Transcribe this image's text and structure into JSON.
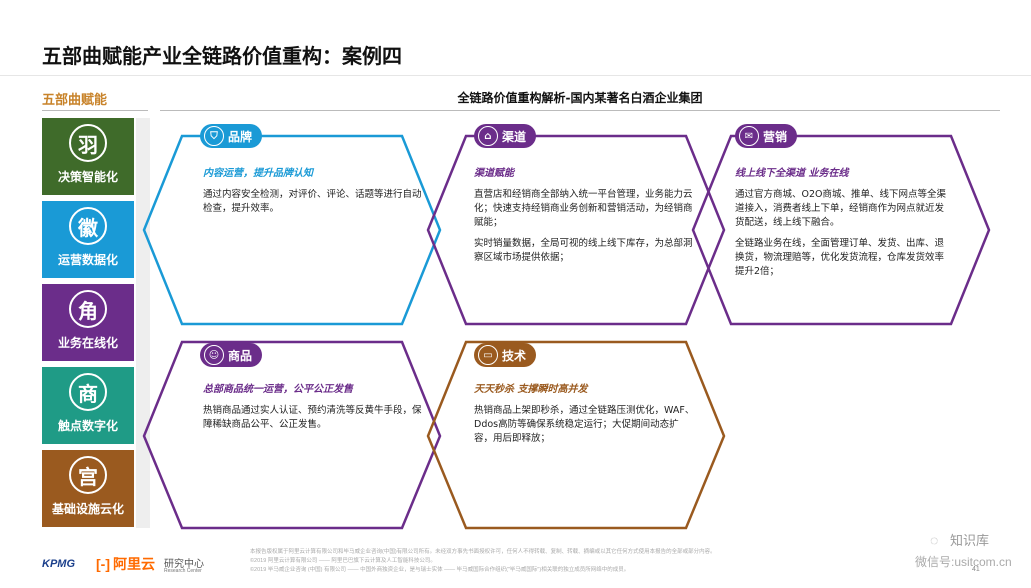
{
  "page": {
    "title": "五部曲赋能产业全链路价值重构：案例四",
    "sub_left": "五部曲赋能",
    "sub_right": "全链路价值重构解析-国内某著名白酒企业集团"
  },
  "capabilities": [
    {
      "char": "羽",
      "label": "决策智能化",
      "color": "#3f6b2a",
      "icon": "feather-char-icon"
    },
    {
      "char": "徽",
      "label": "运营数据化",
      "color": "#1a9ad6",
      "icon": "emblem-char-icon"
    },
    {
      "char": "角",
      "label": "业务在线化",
      "color": "#6b2d8a",
      "icon": "horn-char-icon"
    },
    {
      "char": "商",
      "label": "触点数字化",
      "color": "#1f9b86",
      "icon": "merchant-char-icon"
    },
    {
      "char": "宫",
      "label": "基础设施云化",
      "color": "#9a5a1f",
      "icon": "palace-char-icon"
    }
  ],
  "cards": {
    "brand": {
      "badge": "品牌",
      "color": "#1a9ad6",
      "icon": "shield-icon",
      "subtitle": "内容运营，提升品牌认知",
      "paragraphs": [
        "通过内容安全检测，对评价、评论、话题等进行自动检查，提升效率。"
      ]
    },
    "channel": {
      "badge": "渠道",
      "color": "#6b2d8a",
      "icon": "store-icon",
      "subtitle": "渠道赋能",
      "paragraphs": [
        "直营店和经销商全部纳入统一平台管理，业务能力云化；快速支持经销商业务创新和营销活动，为经销商赋能；",
        "实时销量数据，全局可视的线上线下库存，为总部洞察区域市场提供依据；"
      ]
    },
    "marketing": {
      "badge": "营销",
      "color": "#6b2d8a",
      "icon": "gift-icon",
      "subtitle": "线上线下全渠道 业务在线",
      "paragraphs": [
        "通过官方商城、O2O商城、推单、线下网点等全渠道接入，消费者线上下单，经销商作为网点就近发货配送，线上线下融合。",
        "全链路业务在线，全面管理订单、发货、出库、退换货，物流理赔等，优化发货流程，仓库发货效率提升2倍；"
      ]
    },
    "product": {
      "badge": "商品",
      "color": "#6b2d8a",
      "icon": "bag-icon",
      "subtitle": "总部商品统一运营，公平公正发售",
      "paragraphs": [
        "热销商品通过实人认证、预约清洗等反黄牛手段，保障稀缺商品公平、公正发售。"
      ]
    },
    "tech": {
      "badge": "技术",
      "color": "#9a5a1f",
      "icon": "monitor-icon",
      "subtitle": "天天秒杀 支撑瞬时高并发",
      "paragraphs": [
        "热销商品上架即秒杀，通过全链路压测优化，WAF、Ddos高防等确保系统稳定运行；大促期间动态扩容，用后即释放；"
      ]
    }
  },
  "footer": {
    "lines": [
      "本报告版权属于阿里云计算有限公司和毕马威企业咨询(中国)有限公司所有。未经双方事先书面授权许可，任何人不得转载、复制、转载、摘编或以其它任何方式使用本报告的全部或部分内容。",
      "©2019 阿里云计算有限公司 —— 阿里巴巴旗下云计算及人工智能科技公司。",
      "©2019 毕马威企业咨询 (中国) 有限公司 —— 中国外商独资企业，是与瑞士实体 —— 毕马威国际合作组织(\"毕马威国际\")相关联的独立成员所网络中的成员。"
    ],
    "kpmg": "KPMG",
    "aliyun": "阿里云",
    "research": "研究中心",
    "research_en": "Research Center",
    "watermark1": "知识库",
    "watermark2": "微信号:usitcom.cn",
    "page_num": "41"
  }
}
